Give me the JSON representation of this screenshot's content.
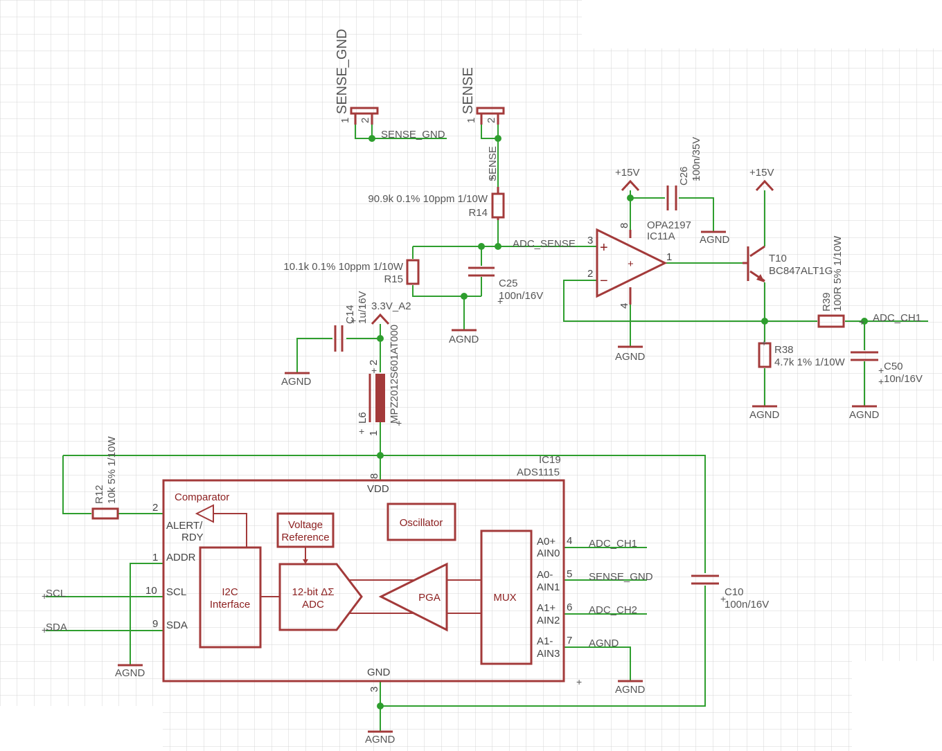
{
  "connectors": {
    "sense_gnd": {
      "title": "SENSE_GND",
      "pin1": "1",
      "pin2": "2",
      "net": "SENSE_GND"
    },
    "sense": {
      "title": "SENSE",
      "pin1": "1",
      "pin2": "2",
      "net": "SENSE"
    }
  },
  "r14": {
    "name": "R14",
    "value": "90.9k 0.1% 10ppm 1/10W"
  },
  "r15": {
    "name": "R15",
    "value": "10.1k 0.1% 10ppm 1/10W"
  },
  "c25": {
    "name": "C25",
    "value": "100n/16V"
  },
  "c26": {
    "name": "C26",
    "value": "100n/35V"
  },
  "c14": {
    "name": "C14",
    "value": "1u/16V"
  },
  "supply_3v3": "3.3V_A2",
  "ferrite": {
    "name": "MPZ2012S601AT000",
    "ref": "L6",
    "pin1": "1",
    "pin2": "2"
  },
  "supply_15v_a": "+15V",
  "supply_15v_b": "+15V",
  "opamp": {
    "part": "OPA2197",
    "ref": "IC11A",
    "pin_plus": "3",
    "pin_minus": "2",
    "pin_out": "1",
    "pin_vp": "8",
    "pin_vn": "4",
    "plus_sign": "+",
    "minus_sign": "−",
    "inner_plus": "+"
  },
  "adc_sense_net": "ADC_SENSE",
  "t10": {
    "name": "T10",
    "part": "BC847ALT1G"
  },
  "r39": {
    "name": "R39",
    "value": "100R 5% 1/10W"
  },
  "r38": {
    "name": "R38",
    "value": "4.7k 1% 1/10W"
  },
  "c50": {
    "name": "C50",
    "value": "10n/16V"
  },
  "adc_ch1_net": "ADC_CH1",
  "agnd": "AGND",
  "r12": {
    "name": "R12",
    "value": "10k 5% 1/10W"
  },
  "ic19": {
    "ref": "IC19",
    "part": "ADS1115",
    "vdd": "VDD",
    "vdd_pin": "8",
    "gnd": "GND",
    "gnd_pin": "3",
    "alert_pin": "2",
    "alert_label1": "ALERT/",
    "alert_label2": "RDY",
    "addr_pin": "1",
    "addr_label": "ADDR",
    "scl_pin": "10",
    "scl_label": "SCL",
    "sda_pin": "9",
    "sda_label": "SDA",
    "comparator": "Comparator",
    "vref1": "Voltage",
    "vref2": "Reference",
    "oscillator": "Oscillator",
    "i2c1": "I2C",
    "i2c2": "Interface",
    "adc1": "12-bit ΔΣ",
    "adc2": "ADC",
    "pga": "PGA",
    "mux": "MUX",
    "inputs": [
      {
        "label1": "A0+",
        "label2": "AIN0",
        "pin": "4",
        "net": "ADC_CH1"
      },
      {
        "label1": "A0-",
        "label2": "AIN1",
        "pin": "5",
        "net": "SENSE_GND"
      },
      {
        "label1": "A1+",
        "label2": "AIN2",
        "pin": "6",
        "net": "ADC_CH2"
      },
      {
        "label1": "A1-",
        "label2": "AIN3",
        "pin": "7",
        "net": "AGND"
      }
    ]
  },
  "scl_net": "SCL",
  "sda_net": "SDA",
  "c10": {
    "name": "C10",
    "value": "100n/16V"
  },
  "cross_marks": [
    "+",
    "+",
    "+",
    "+",
    "+",
    "+",
    "+",
    "+",
    "+",
    "+",
    "+",
    "+",
    "+",
    "+",
    "+"
  ]
}
